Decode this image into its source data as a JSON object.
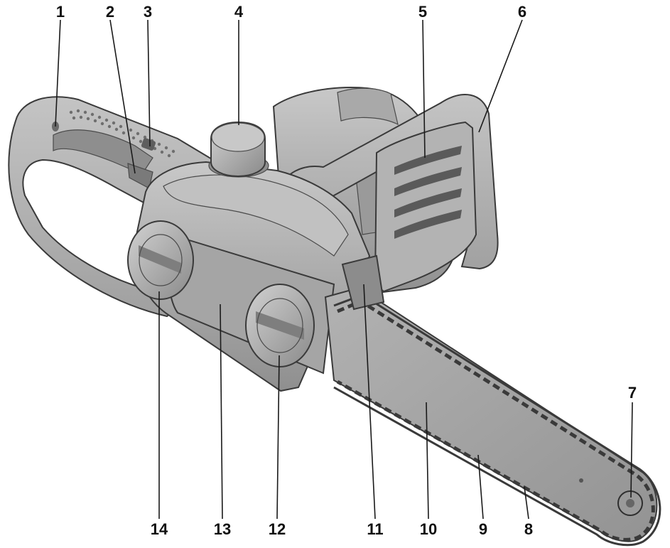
{
  "callouts": [
    {
      "number": "1"
    },
    {
      "number": "2"
    },
    {
      "number": "3"
    },
    {
      "number": "4"
    },
    {
      "number": "5"
    },
    {
      "number": "6"
    },
    {
      "number": "7"
    },
    {
      "number": "8"
    },
    {
      "number": "9"
    },
    {
      "number": "10"
    },
    {
      "number": "11"
    },
    {
      "number": "12"
    },
    {
      "number": "13"
    },
    {
      "number": "14"
    }
  ],
  "colors": {
    "body_light": "#b9b9b9",
    "body_mid": "#9d9d9d",
    "body_dark": "#7d7d7d",
    "bar_fill": "#a2a2a2",
    "chain": "#3a3a3a"
  }
}
